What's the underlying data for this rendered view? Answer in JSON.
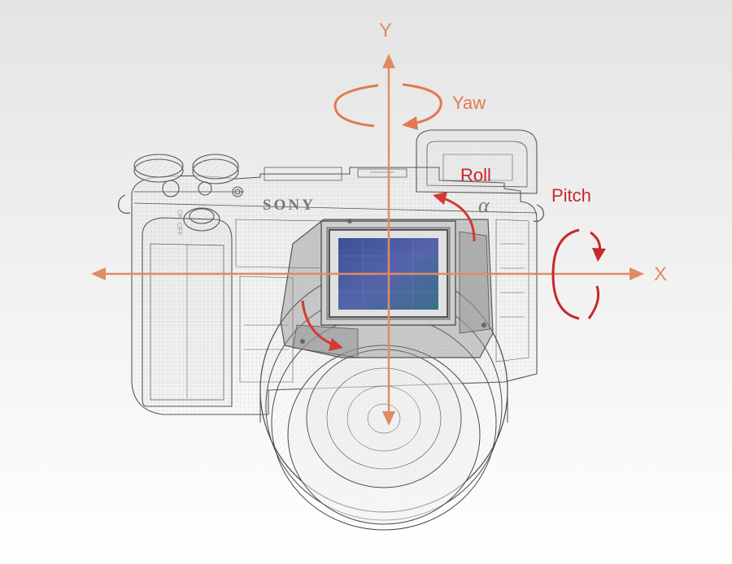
{
  "labels": {
    "y_axis": "Y",
    "x_axis": "X",
    "yaw": "Yaw",
    "roll": "Roll",
    "pitch": "Pitch"
  },
  "camera": {
    "brand": "SONY",
    "model_symbol": "α",
    "dial_on": "ON",
    "dial_off": "OFF"
  },
  "colors": {
    "axis": "#e08b63",
    "rotation": "#c8282b",
    "sensor": "#4a5a9e",
    "wireframe": "#555555",
    "background_top": "#e6e6e6",
    "background_bottom": "#ffffff"
  }
}
